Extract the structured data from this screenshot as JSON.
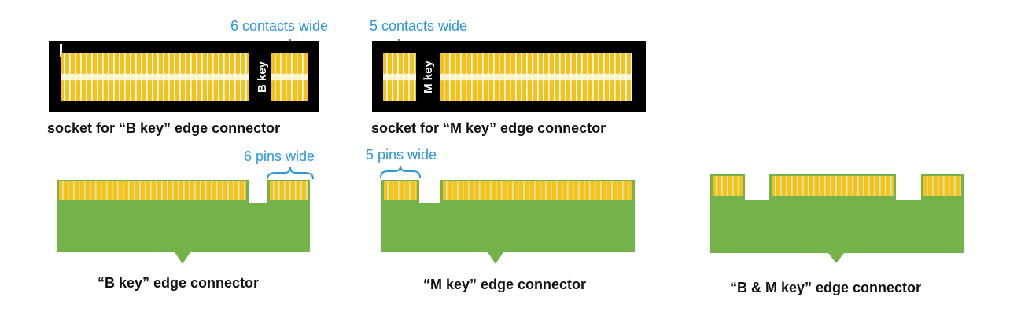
{
  "labels": {
    "b_socket_width": "6 contacts wide",
    "m_socket_width": "5 contacts wide",
    "b_socket_caption": "socket for “B key” edge connector",
    "m_socket_caption": "socket for “M key” edge connector",
    "b_key_text": "B key",
    "m_key_text": "M key",
    "b_pins_width": "6 pins wide",
    "m_pins_width": "5 pins wide",
    "b_connector_caption": "“B key” edge connector",
    "m_connector_caption": "“M key” edge connector",
    "bm_connector_caption": "“B & M key” edge connector"
  },
  "colors": {
    "contact_gold": "#f4c21a",
    "board_green": "#74b24a",
    "socket_black": "#000000",
    "annotation_blue": "#2a96dc"
  }
}
